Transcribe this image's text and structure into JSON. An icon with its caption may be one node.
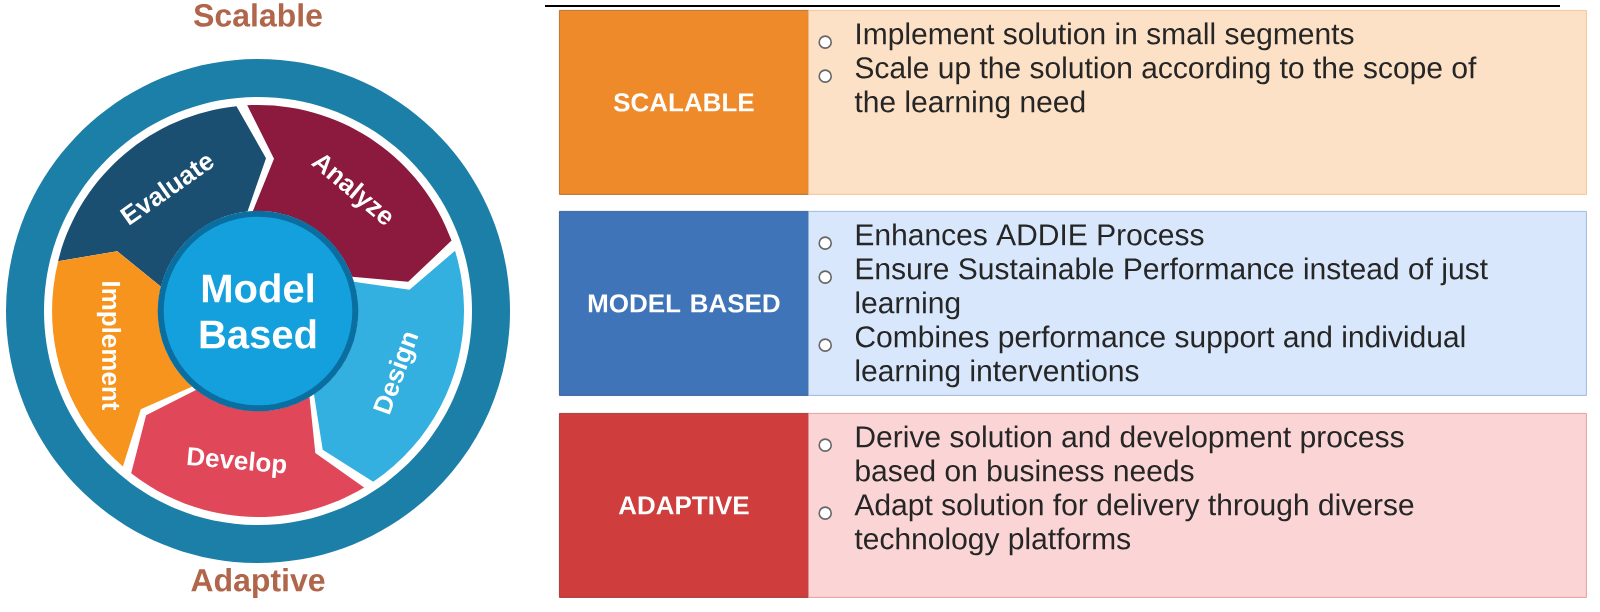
{
  "diagram": {
    "nodes": [
      {
        "text": [
          "Evaluate"
        ]
      },
      {
        "text": [
          "Analyze"
        ]
      },
      {
        "text": [
          "Design"
        ]
      },
      {
        "text": [
          "Develop"
        ]
      },
      {
        "text": [
          "Implement"
        ]
      },
      {
        "text": [
          "Model Based"
        ]
      },
      {
        "text": [
          "SCALABLE"
        ]
      },
      {
        "text": [
          "Implement solution in small segments",
          "Scale up the solution according to the scope of the learning need"
        ]
      },
      {
        "text": [
          "MODEL BASED"
        ]
      },
      {
        "text": [
          "Enhances ADDIE Process",
          "Ensure Sustainable Performance instead of just learning",
          "Combines performance support and individual learning interventions"
        ]
      },
      {
        "text": [
          "ADAPTIVE"
        ]
      },
      {
        "text": [
          "Derive solution and development process based on business needs",
          "Adapt solution for delivery through diverse technology platforms"
        ]
      }
    ],
    "labels": [
      "Scalable",
      "Adaptive"
    ]
  }
}
